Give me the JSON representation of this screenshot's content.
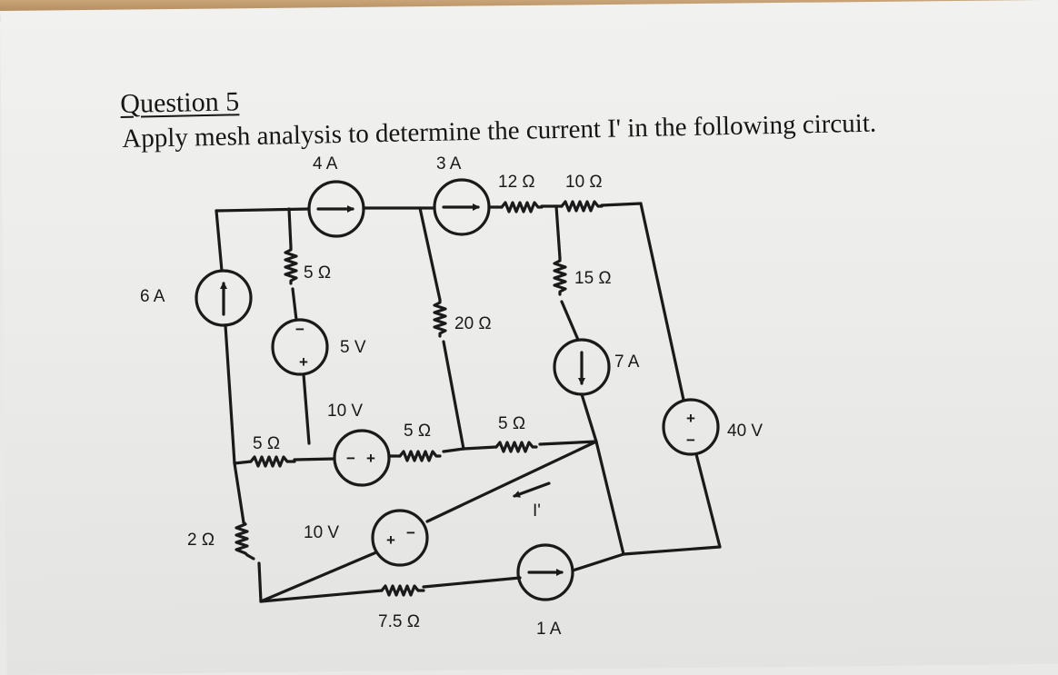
{
  "heading": "Question 5",
  "instruction": "Apply mesh analysis to determine the current I' in the following circuit.",
  "labels": {
    "src_4a": "4 A",
    "src_3a": "3 A",
    "r_12": "12 Ω",
    "r_10": "10 Ω",
    "src_6a": "6 A",
    "r_5_top": "5 Ω",
    "r_15": "15 Ω",
    "r_20": "20 Ω",
    "v_5v": "5 V",
    "src_7a": "7 A",
    "v_10v_mid": "10 V",
    "r_5_mid": "5 Ω",
    "r_5_right": "5 Ω",
    "r_5_left": "5 Ω",
    "v_40v": "40 V",
    "i_prime": "I'",
    "r_2": "2 Ω",
    "v_10v_low": "10 V",
    "r_7_5": "7.5 Ω",
    "src_1a": "1 A"
  }
}
